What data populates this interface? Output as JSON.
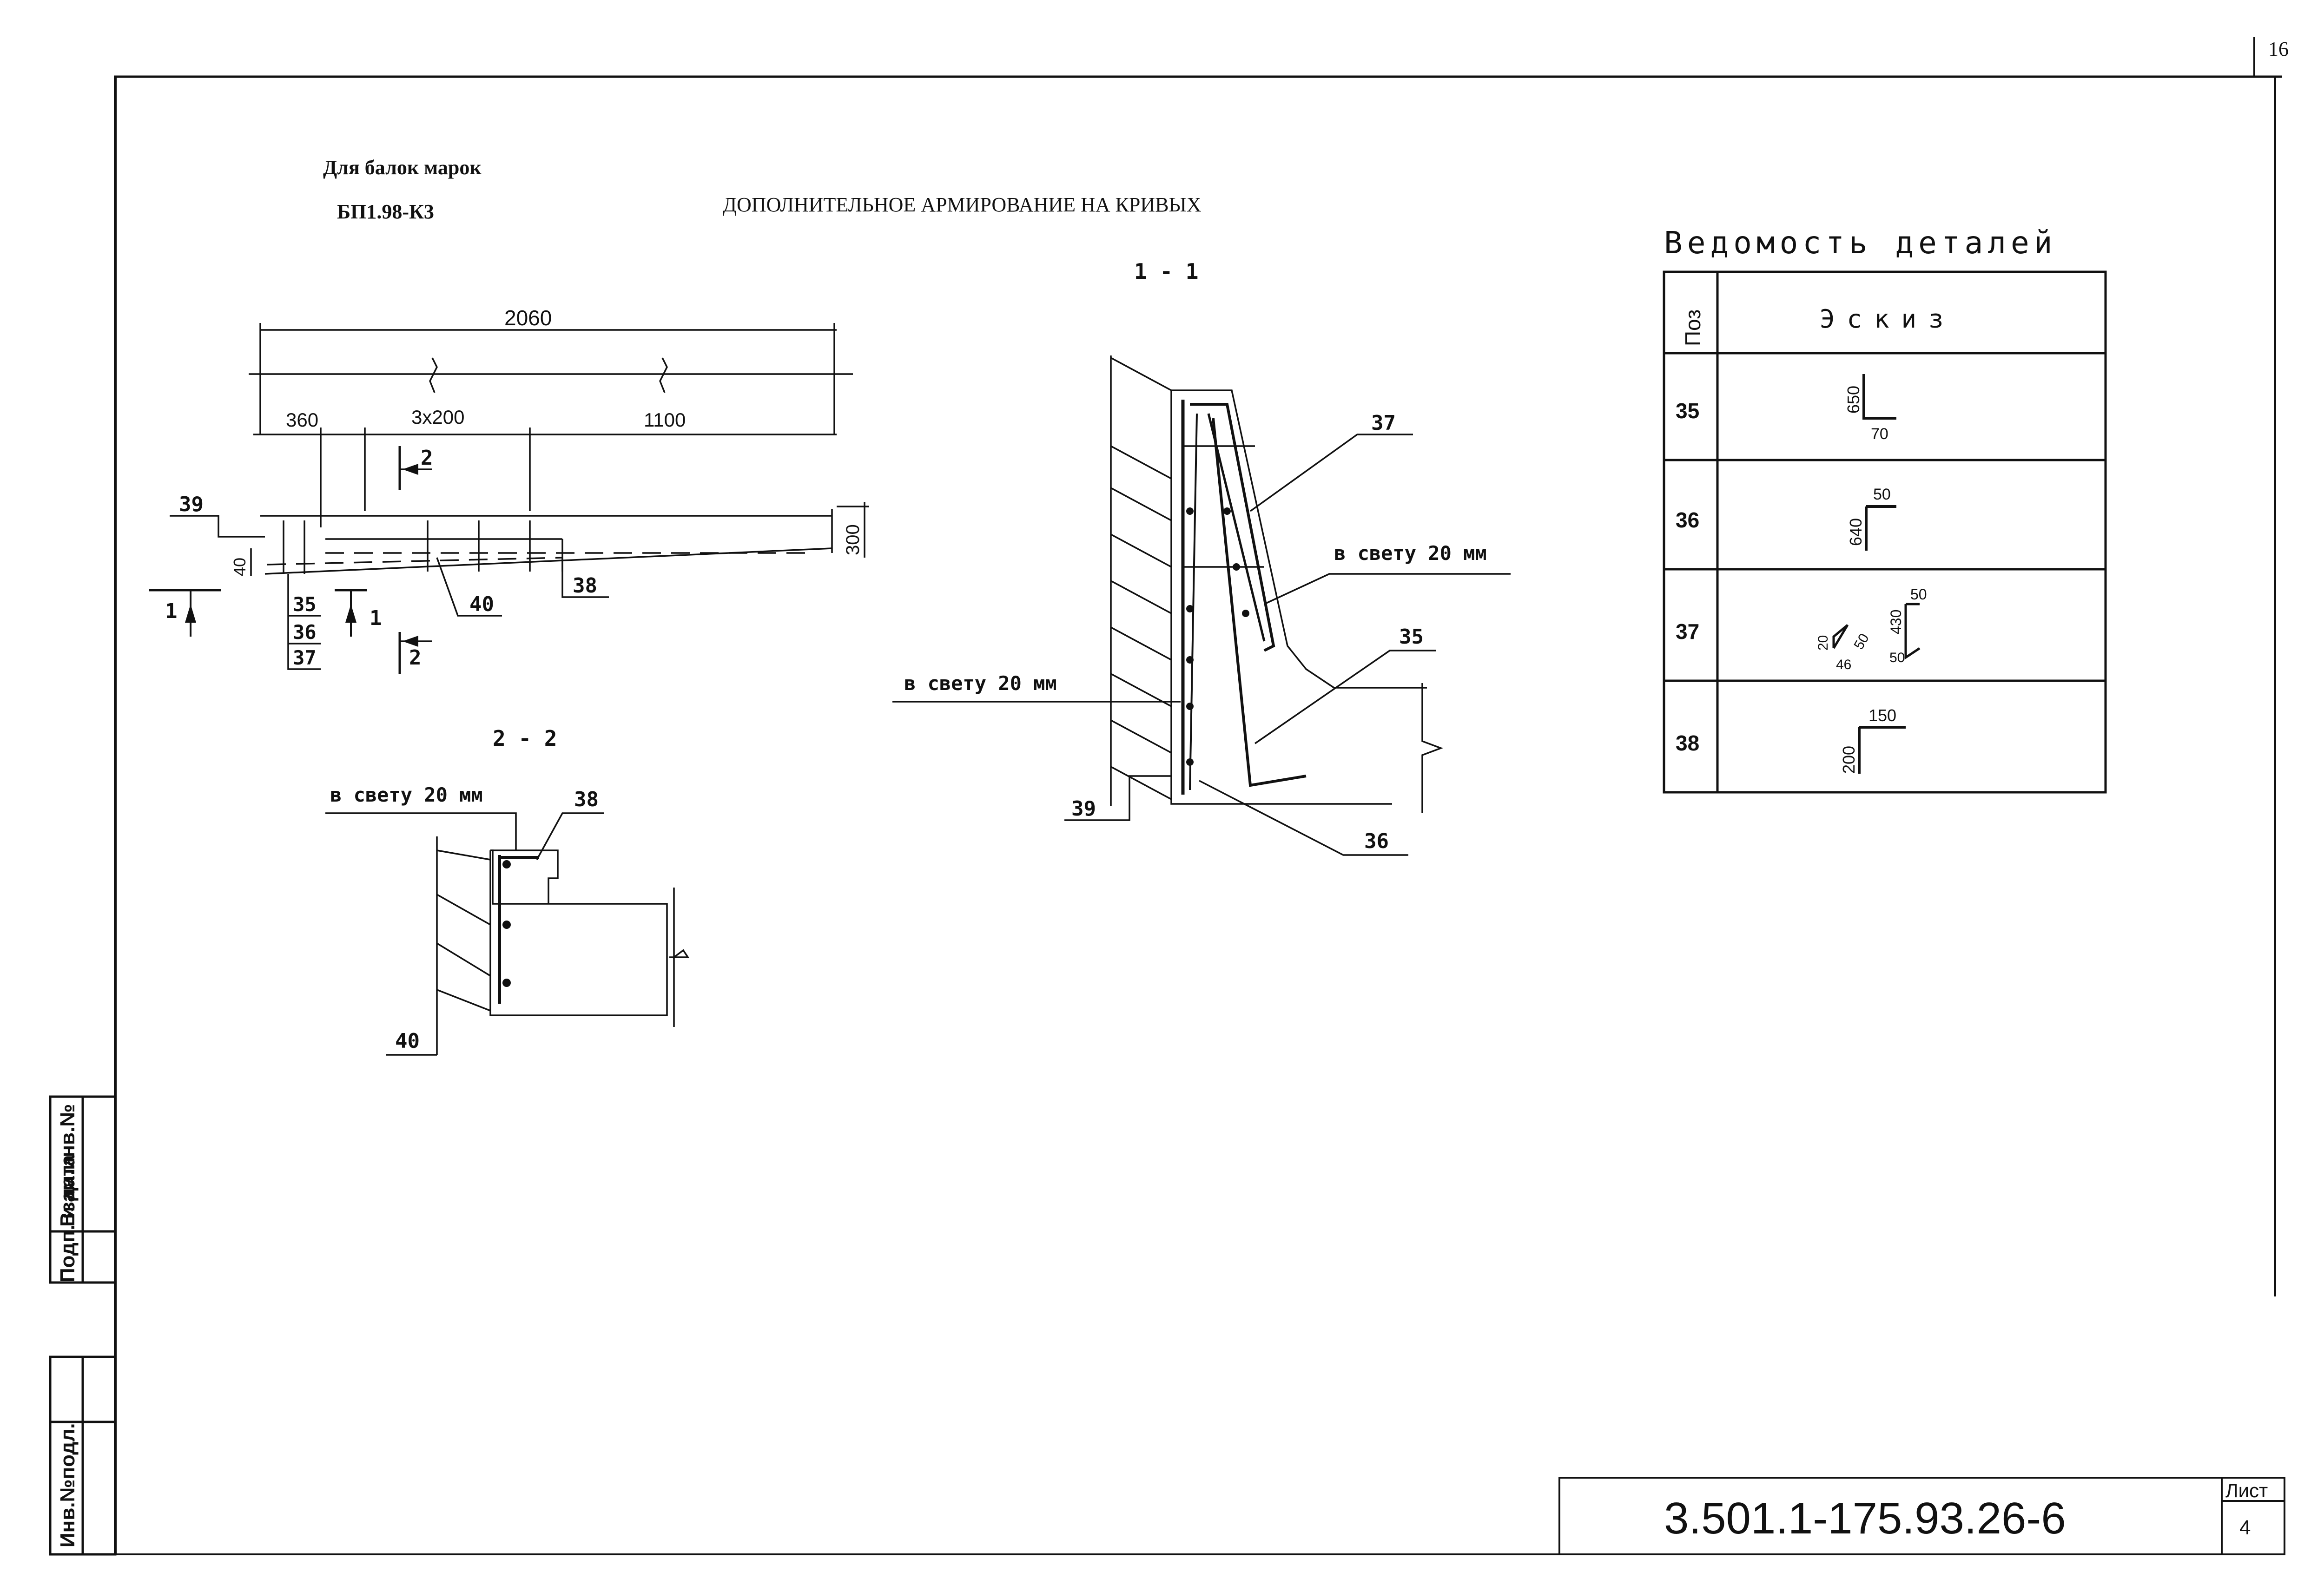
{
  "sheet": {
    "corner_number": "16",
    "beam_label_line1": "Для балок марок",
    "beam_label_line2": "БП1.98-К3",
    "main_title": "ДОПОЛНИТЕЛЬНОЕ АРМИРОВАНИЕ НА КРИВЫХ",
    "doc_code": "3.501.1-175.93.26-6",
    "sheet_label": "Лист",
    "sheet_number": "4"
  },
  "side_stamp": {
    "cells": [
      "Взам.инв.№",
      "Подп. и дата",
      "Инв.№подл."
    ]
  },
  "plan": {
    "dim_total": "2060",
    "dim_360": "360",
    "dim_3x200": "3x200",
    "dim_1100": "1100",
    "dim_300": "300",
    "dim_40": "40",
    "cut_1_left": "1",
    "cut_1_right": "1",
    "cut_2_top": "2",
    "cut_2_bottom": "2",
    "leader_39": "39",
    "leader_38": "38",
    "leader_40": "40",
    "stack": [
      "35",
      "36",
      "37"
    ]
  },
  "section_1_1": {
    "title": "1 - 1",
    "leader_37": "37",
    "leader_35": "35",
    "leader_39": "39",
    "leader_36": "36",
    "clear_right": "в свету 20 мм",
    "clear_left": "в свету 20 мм"
  },
  "section_2_2": {
    "title": "2 - 2",
    "clear": "в свету 20 мм",
    "leader_38": "38",
    "leader_40": "40"
  },
  "details_table": {
    "title": "Ведомость деталей",
    "col_pos": "Поз",
    "col_sketch": "Эскиз",
    "rows": [
      {
        "pos": "35",
        "dims": [
          "650",
          "70"
        ]
      },
      {
        "pos": "36",
        "dims": [
          "640",
          "50"
        ]
      },
      {
        "pos": "37",
        "dims": [
          "20",
          "46",
          "50",
          "430",
          "50",
          "50"
        ]
      },
      {
        "pos": "38",
        "dims": [
          "200",
          "150"
        ]
      }
    ]
  }
}
